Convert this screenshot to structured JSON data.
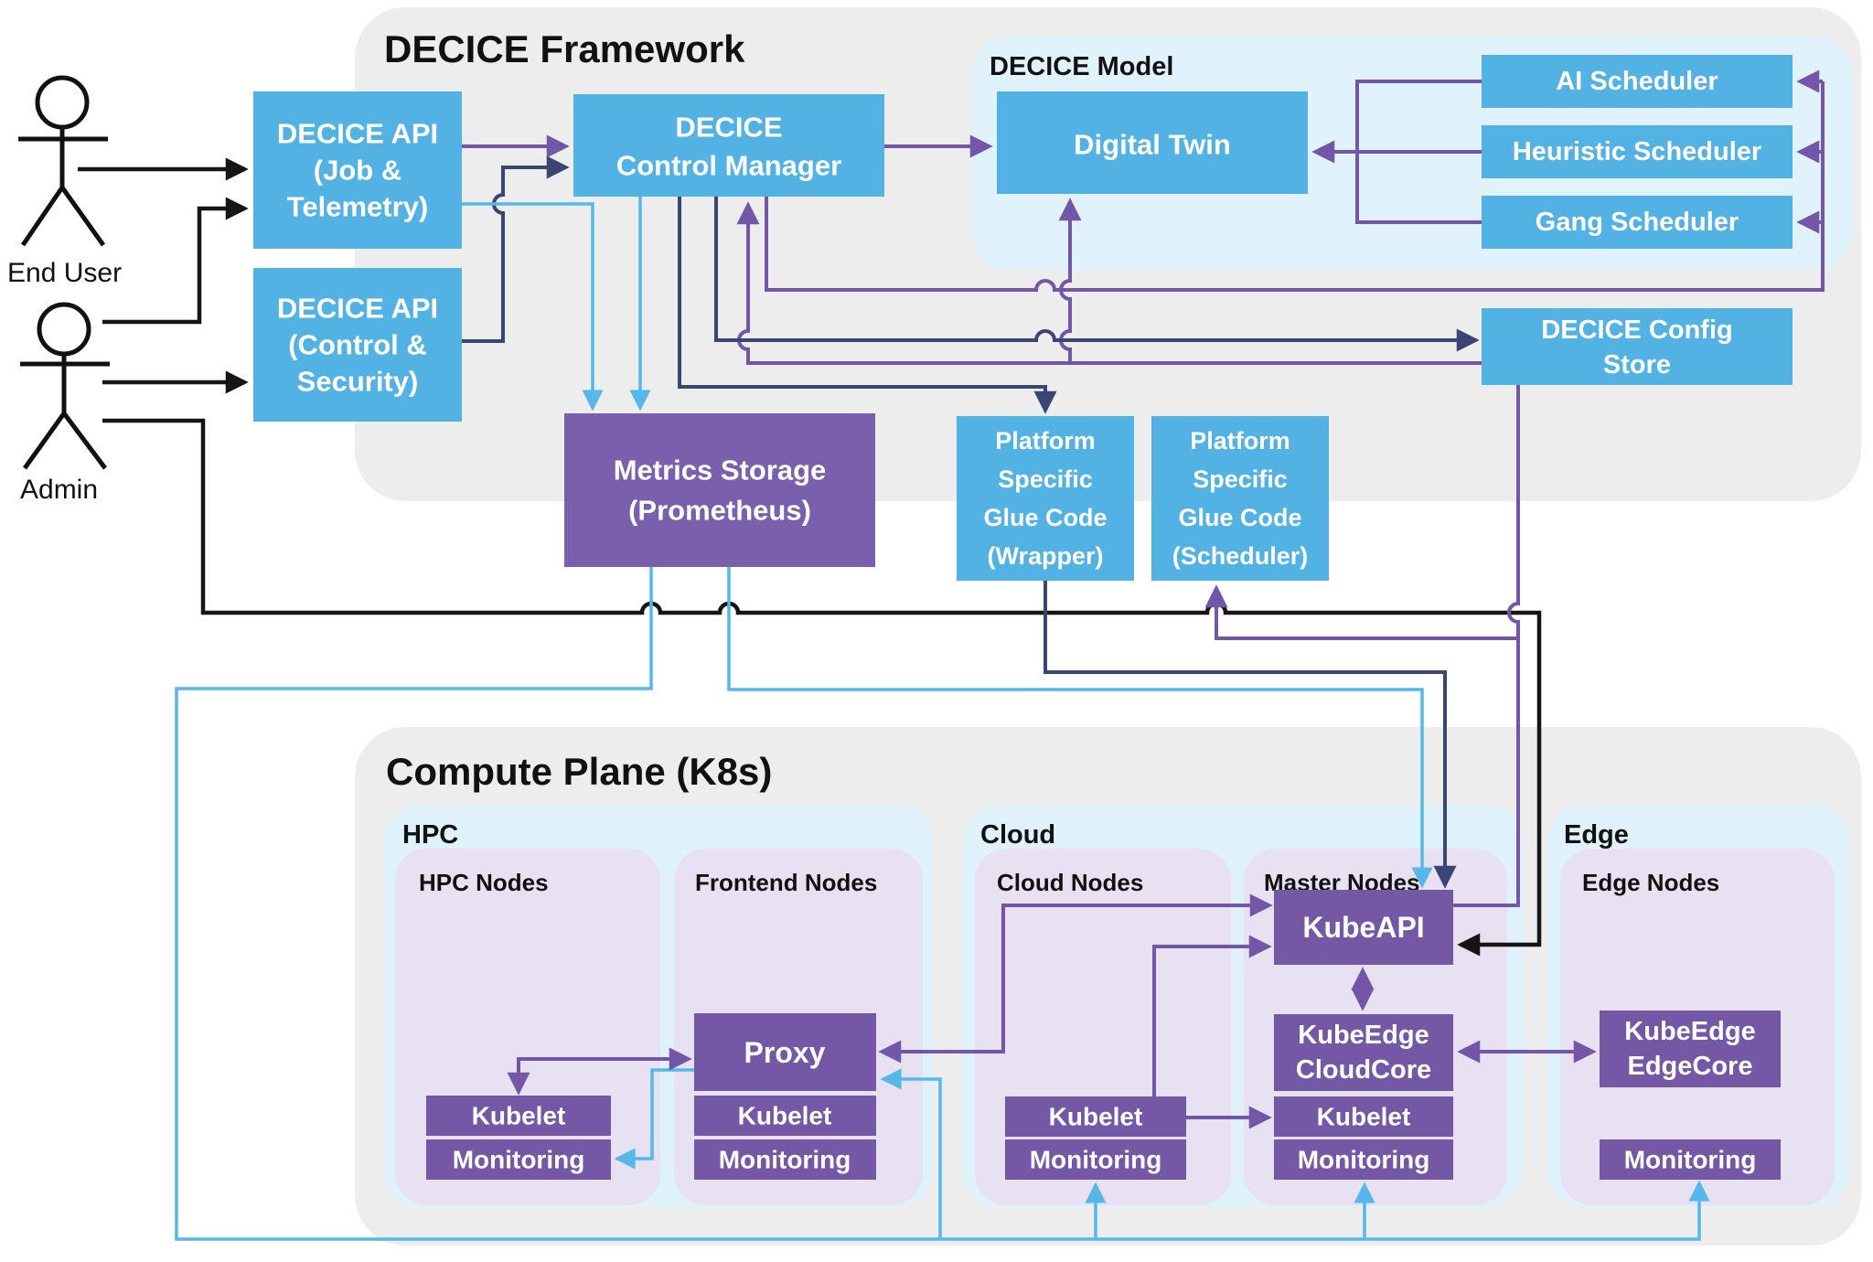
{
  "titles": {
    "framework": "DECICE Framework",
    "model": "DECICE Model",
    "compute": "Compute Plane (K8s)"
  },
  "actors": {
    "end_user": "End User",
    "admin": "Admin"
  },
  "sections": {
    "hpc": "HPC",
    "cloud": "Cloud",
    "edge": "Edge"
  },
  "groups": {
    "hpc_nodes": "HPC Nodes",
    "frontend_nodes": "Frontend Nodes",
    "cloud_nodes": "Cloud Nodes",
    "master_nodes": "Master Nodes",
    "edge_nodes": "Edge Nodes"
  },
  "nodes": {
    "job_api": {
      "l1": "DECICE API",
      "l2": "(Job &",
      "l3": "Telemetry)"
    },
    "ctrl_api": {
      "l1": "DECICE API",
      "l2": "(Control &",
      "l3": "Security)"
    },
    "control_manager": {
      "l1": "DECICE",
      "l2": "Control Manager"
    },
    "digital_twin": {
      "l1": "Digital Twin"
    },
    "ai_scheduler": {
      "l1": "AI Scheduler"
    },
    "heuristic_scheduler": {
      "l1": "Heuristic Scheduler"
    },
    "gang_scheduler": {
      "l1": "Gang Scheduler"
    },
    "config_store": {
      "l1": "DECICE Config",
      "l2": "Store"
    },
    "metrics_storage": {
      "l1": "Metrics Storage",
      "l2": "(Prometheus)"
    },
    "wrapper_glue": {
      "l1": "Platform",
      "l2": "Specific",
      "l3": "Glue Code",
      "l4": "(Wrapper)"
    },
    "scheduler_glue": {
      "l1": "Platform",
      "l2": "Specific",
      "l3": "Glue Code",
      "l4": "(Scheduler)"
    },
    "proxy": {
      "l1": "Proxy"
    },
    "kubeapi": {
      "l1": "KubeAPI"
    },
    "cloudcore": {
      "l1": "KubeEdge",
      "l2": "CloudCore"
    },
    "edgecore": {
      "l1": "KubeEdge",
      "l2": "EdgeCore"
    },
    "hpc_kubelet": {
      "l1": "Kubelet"
    },
    "hpc_monitoring": {
      "l1": "Monitoring"
    },
    "frontend_kubelet": {
      "l1": "Kubelet"
    },
    "frontend_monitoring": {
      "l1": "Monitoring"
    },
    "cloud_kubelet": {
      "l1": "Kubelet"
    },
    "cloud_monitoring": {
      "l1": "Monitoring"
    },
    "master_kubelet": {
      "l1": "Kubelet"
    },
    "master_monitoring": {
      "l1": "Monitoring"
    },
    "edge_monitoring": {
      "l1": "Monitoring"
    }
  },
  "colors": {
    "box_blue": "#52B2E3",
    "box_purple": "#7457A5",
    "metrics_purple": "#7A5FAD",
    "line_cyan": "#55B7EA",
    "line_navy": "#3A4574",
    "line_purple": "#7356A8",
    "line_black": "#151515",
    "section_gray": "#EDEDED",
    "section_light_blue": "#DFF1FB",
    "model_light_blue": "#E0F2FC",
    "nodes_lavender": "#E7E1F2"
  }
}
